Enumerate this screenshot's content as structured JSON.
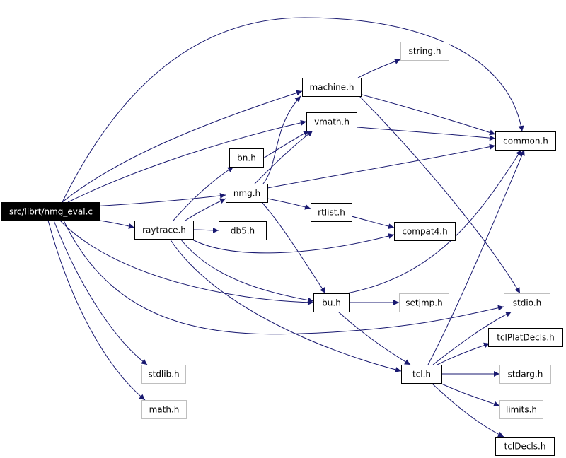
{
  "colors": {
    "edge": "#191970",
    "root_fill": "#000000",
    "root_text": "#ffffff",
    "node_border": "#000000",
    "leaf_border": "#bfbfbf",
    "node_text": "#000000"
  },
  "nodes": [
    {
      "id": "nmg_eval",
      "label": "src/librt/nmg_eval.c",
      "kind": "root"
    },
    {
      "id": "string",
      "label": "string.h",
      "kind": "leaf"
    },
    {
      "id": "machine",
      "label": "machine.h",
      "kind": "node"
    },
    {
      "id": "vmath",
      "label": "vmath.h",
      "kind": "node"
    },
    {
      "id": "common",
      "label": "common.h",
      "kind": "node"
    },
    {
      "id": "bn",
      "label": "bn.h",
      "kind": "node"
    },
    {
      "id": "nmg",
      "label": "nmg.h",
      "kind": "node"
    },
    {
      "id": "rtlist",
      "label": "rtlist.h",
      "kind": "node"
    },
    {
      "id": "raytrace",
      "label": "raytrace.h",
      "kind": "node"
    },
    {
      "id": "db5",
      "label": "db5.h",
      "kind": "node"
    },
    {
      "id": "compat4",
      "label": "compat4.h",
      "kind": "node"
    },
    {
      "id": "bu",
      "label": "bu.h",
      "kind": "node"
    },
    {
      "id": "setjmp",
      "label": "setjmp.h",
      "kind": "leaf"
    },
    {
      "id": "stdio",
      "label": "stdio.h",
      "kind": "leaf"
    },
    {
      "id": "tclPlatDecls",
      "label": "tclPlatDecls.h",
      "kind": "node"
    },
    {
      "id": "tcl",
      "label": "tcl.h",
      "kind": "node"
    },
    {
      "id": "stdarg",
      "label": "stdarg.h",
      "kind": "leaf"
    },
    {
      "id": "stdlib",
      "label": "stdlib.h",
      "kind": "leaf"
    },
    {
      "id": "limits",
      "label": "limits.h",
      "kind": "leaf"
    },
    {
      "id": "math",
      "label": "math.h",
      "kind": "leaf"
    },
    {
      "id": "tclDecls",
      "label": "tclDecls.h",
      "kind": "node"
    }
  ],
  "edges": [
    {
      "from": "nmg_eval",
      "to": "common"
    },
    {
      "from": "nmg_eval",
      "to": "machine"
    },
    {
      "from": "nmg_eval",
      "to": "vmath"
    },
    {
      "from": "nmg_eval",
      "to": "nmg"
    },
    {
      "from": "nmg_eval",
      "to": "raytrace"
    },
    {
      "from": "nmg_eval",
      "to": "bu"
    },
    {
      "from": "nmg_eval",
      "to": "stdio"
    },
    {
      "from": "nmg_eval",
      "to": "stdlib"
    },
    {
      "from": "nmg_eval",
      "to": "math"
    },
    {
      "from": "machine",
      "to": "string"
    },
    {
      "from": "machine",
      "to": "common"
    },
    {
      "from": "machine",
      "to": "stdio"
    },
    {
      "from": "vmath",
      "to": "common"
    },
    {
      "from": "bn",
      "to": "vmath"
    },
    {
      "from": "nmg",
      "to": "machine"
    },
    {
      "from": "nmg",
      "to": "vmath"
    },
    {
      "from": "nmg",
      "to": "common"
    },
    {
      "from": "nmg",
      "to": "rtlist"
    },
    {
      "from": "nmg",
      "to": "bu"
    },
    {
      "from": "raytrace",
      "to": "bn"
    },
    {
      "from": "raytrace",
      "to": "nmg"
    },
    {
      "from": "raytrace",
      "to": "db5"
    },
    {
      "from": "raytrace",
      "to": "compat4"
    },
    {
      "from": "raytrace",
      "to": "bu"
    },
    {
      "from": "raytrace",
      "to": "tcl"
    },
    {
      "from": "rtlist",
      "to": "compat4"
    },
    {
      "from": "bu",
      "to": "common"
    },
    {
      "from": "bu",
      "to": "setjmp"
    },
    {
      "from": "bu",
      "to": "tcl"
    },
    {
      "from": "tcl",
      "to": "common"
    },
    {
      "from": "tcl",
      "to": "stdio"
    },
    {
      "from": "tcl",
      "to": "tclPlatDecls"
    },
    {
      "from": "tcl",
      "to": "stdarg"
    },
    {
      "from": "tcl",
      "to": "limits"
    },
    {
      "from": "tcl",
      "to": "tclDecls"
    }
  ]
}
